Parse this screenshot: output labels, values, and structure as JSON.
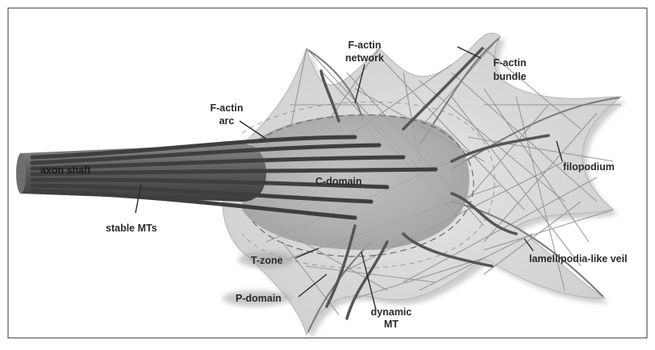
{
  "figure": {
    "labels": {
      "f_actin_network_1": "F-actin",
      "f_actin_network_2": "network",
      "f_actin_bundle_1": "F-actin",
      "f_actin_bundle_2": "bundle",
      "f_actin_arc_1": "F-actin",
      "f_actin_arc_2": "arc",
      "filopodium": "filopodium",
      "axon_shaft": "axon shaft",
      "c_domain": "C-domain",
      "stable_mts": "stable MTs",
      "lamellipodia_veil": "lamellipodia-like veil",
      "t_zone": "T-zone",
      "p_domain": "P-domain",
      "dynamic_mt_1": "dynamic",
      "dynamic_mt_2": "MT"
    }
  }
}
